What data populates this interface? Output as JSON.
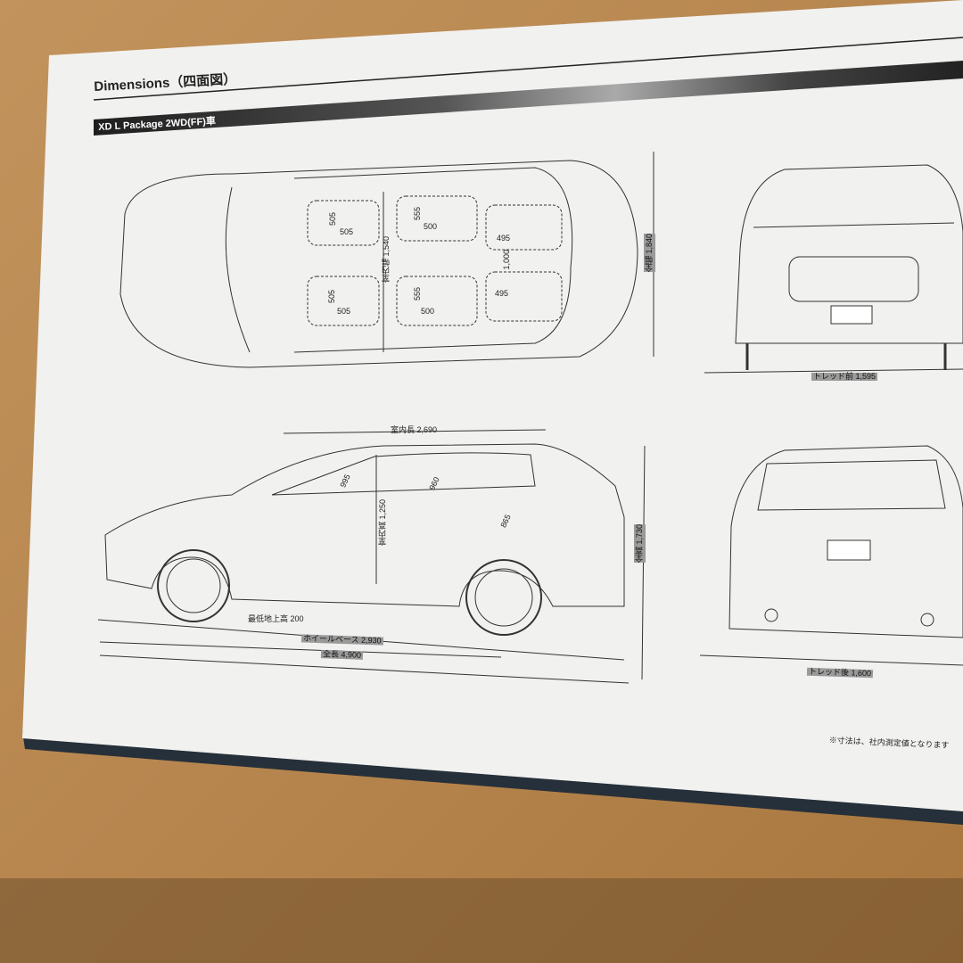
{
  "page": {
    "title": "Dimensions（四面図）",
    "section_label": "XD L Package 2WD(FF)車",
    "footnote": "※寸法は、社内測定値となります"
  },
  "top_view": {
    "seat_dims": [
      "505",
      "505",
      "555",
      "500",
      "495",
      "1,000",
      "505",
      "505",
      "555",
      "500",
      "495"
    ],
    "interior_width": "室内幅 1,540",
    "overall_width": "全幅 1,840"
  },
  "front_view": {
    "tread_front": "トレッド前 1,595"
  },
  "side_view": {
    "interior_length": "室内長 2,690",
    "front_headroom": "995",
    "interior_height": "室内高 1,250",
    "second_headroom": "960",
    "third_headroom": "865",
    "overall_height": "全高 1,730",
    "ground_clearance": "最低地上高 200",
    "wheelbase": "ホイールベース 2,930",
    "overall_length": "全長 4,900"
  },
  "rear_view": {
    "tread_rear": "トレッド後 1,600"
  },
  "colors": {
    "table": "#b98a55",
    "paper": "#f2f2f0",
    "bar": "#2a2a2a",
    "line": "#333333"
  }
}
